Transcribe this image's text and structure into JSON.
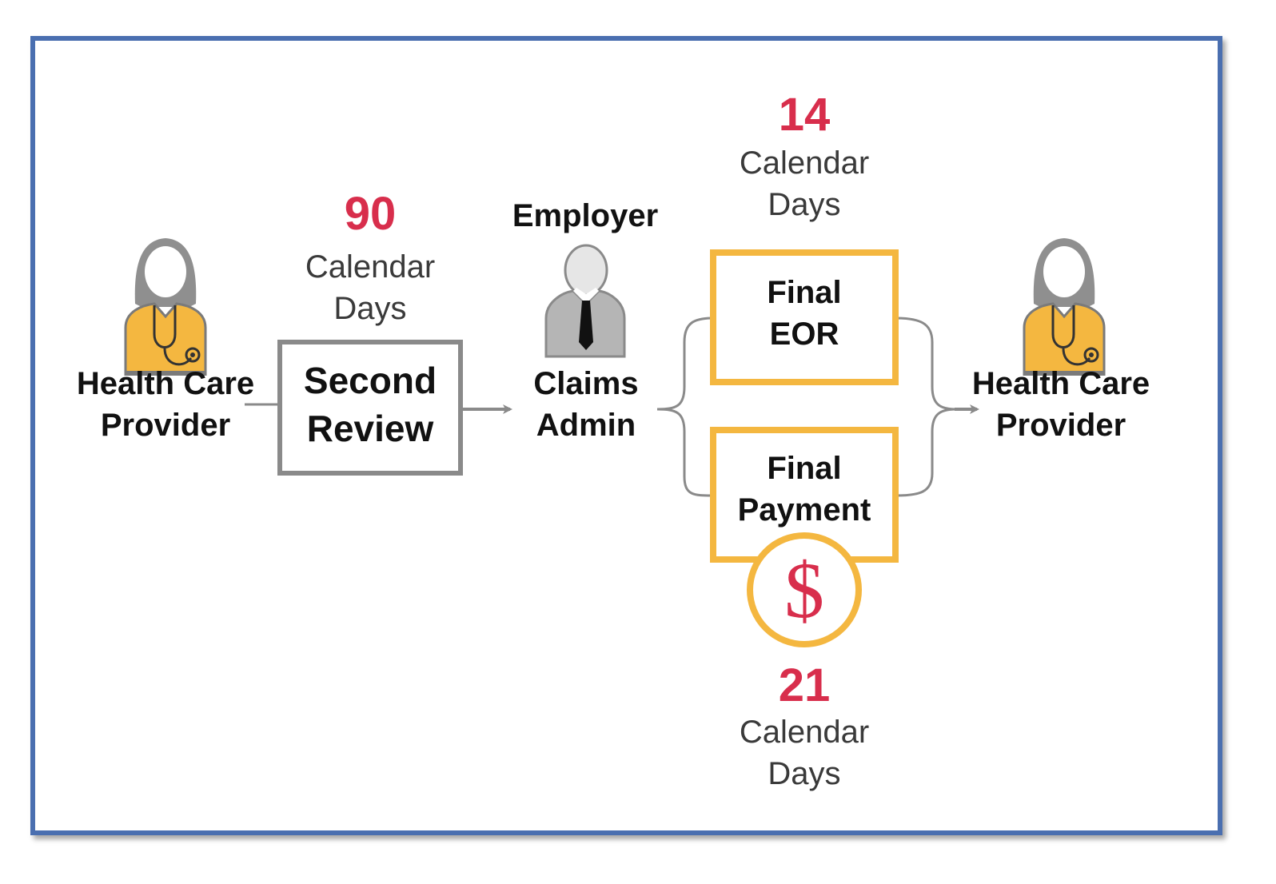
{
  "colors": {
    "frame": "#4a6fb0",
    "accent_red": "#d82e4c",
    "accent_orange": "#f4b740",
    "box_gray": "#8a8a8a",
    "connector": "#8a8a8a"
  },
  "steps": {
    "provider_start": {
      "line1": "Health Care",
      "line2": "Provider",
      "icon": "doctor-icon"
    },
    "second_review": {
      "line1": "Second",
      "line2": "Review",
      "deadline": {
        "value": "90",
        "line1": "Calendar",
        "line2": "Days"
      }
    },
    "claims_admin": {
      "role": "Employer",
      "line1": "Claims",
      "line2": "Admin",
      "icon": "businessman-icon"
    },
    "final_eor": {
      "line1": "Final",
      "line2": "EOR",
      "deadline": {
        "value": "14",
        "line1": "Calendar",
        "line2": "Days"
      }
    },
    "final_payment": {
      "line1": "Final",
      "line2": "Payment",
      "symbol": "$",
      "icon": "dollar-icon",
      "deadline": {
        "value": "21",
        "line1": "Calendar",
        "line2": "Days"
      }
    },
    "provider_end": {
      "line1": "Health Care",
      "line2": "Provider",
      "icon": "doctor-icon"
    }
  }
}
